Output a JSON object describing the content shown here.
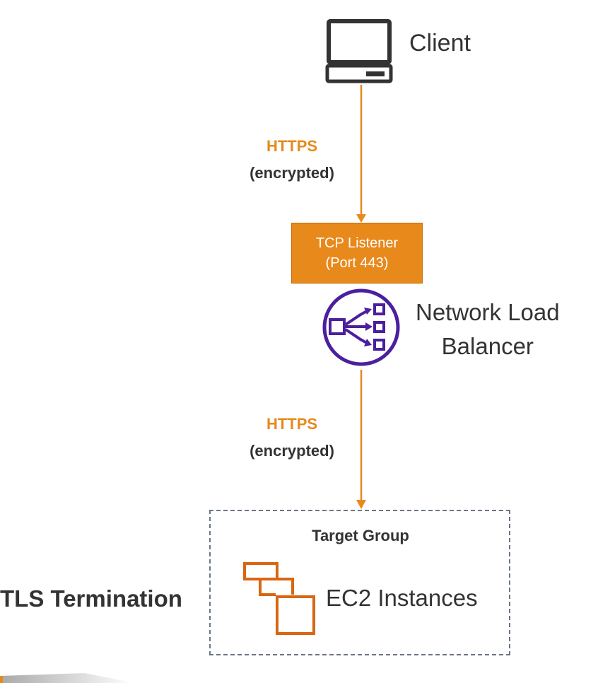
{
  "client": {
    "label": "Client",
    "icon": "desktop-computer-icon"
  },
  "arrow_top": {
    "protocol": "HTTPS",
    "note": "(encrypted)"
  },
  "listener": {
    "line1": "TCP Listener",
    "line2": "(Port 443)"
  },
  "load_balancer": {
    "line1": "Network Load",
    "line2": "Balancer",
    "icon": "network-load-balancer-icon"
  },
  "arrow_bottom": {
    "protocol": "HTTPS",
    "note": "(encrypted)"
  },
  "target_group": {
    "title": "Target Group",
    "instances_label": "EC2 Instances",
    "icon": "ec2-instances-icon"
  },
  "side_label": "TLS Termination",
  "colors": {
    "orange": "#E8891C",
    "purple": "#4B1F9E",
    "dark": "#333333",
    "dashed_border": "#6b7785"
  }
}
